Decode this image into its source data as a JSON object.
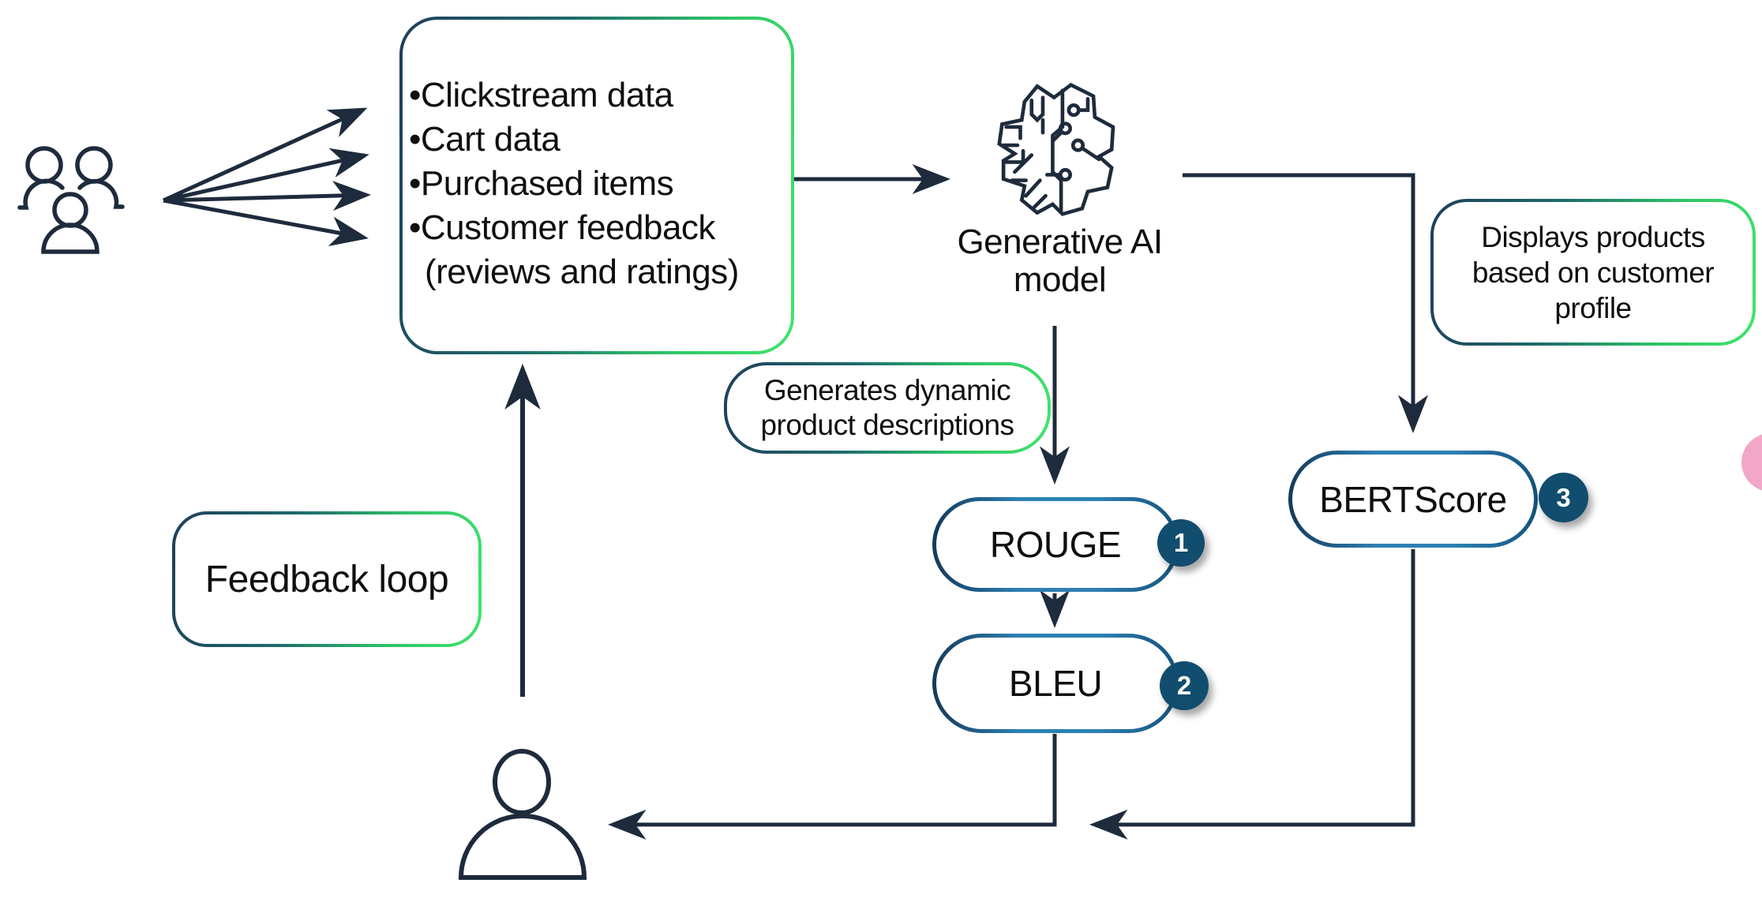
{
  "diagram": {
    "colors": {
      "line": "#1e2b3c",
      "text": "#0f0f0f",
      "box_gradient_start": "#1e3f5c",
      "box_gradient_end": "#41e56c",
      "pill_border_blue": "#2d80b3",
      "pill_border_dark": "#14395a",
      "badge_fill": "#114d6e",
      "badge_text": "#ffffff",
      "pink_accent": "#f2a6c8",
      "background": "#ffffff"
    },
    "icons": {
      "users": "users-icon",
      "gen_ai": "generative-ai-brain-icon",
      "customer": "person-icon"
    },
    "data_sources": {
      "lines": [
        "•Clickstream data",
        "•Cart data",
        "•Purchased items",
        "•Customer feedback",
        "(reviews and ratings)"
      ]
    },
    "gen_ai": {
      "line1": "Generative AI",
      "line2": "model"
    },
    "callouts": {
      "generates": {
        "line1": "Generates dynamic",
        "line2": "product descriptions"
      },
      "displays": {
        "line1": "Displays products",
        "line2": "based on customer",
        "line3": "profile"
      },
      "feedback": {
        "label": "Feedback loop"
      }
    },
    "metrics": [
      {
        "label": "ROUGE",
        "badge": "1"
      },
      {
        "label": "BLEU",
        "badge": "2"
      },
      {
        "label": "BERTScore",
        "badge": "3"
      }
    ]
  }
}
